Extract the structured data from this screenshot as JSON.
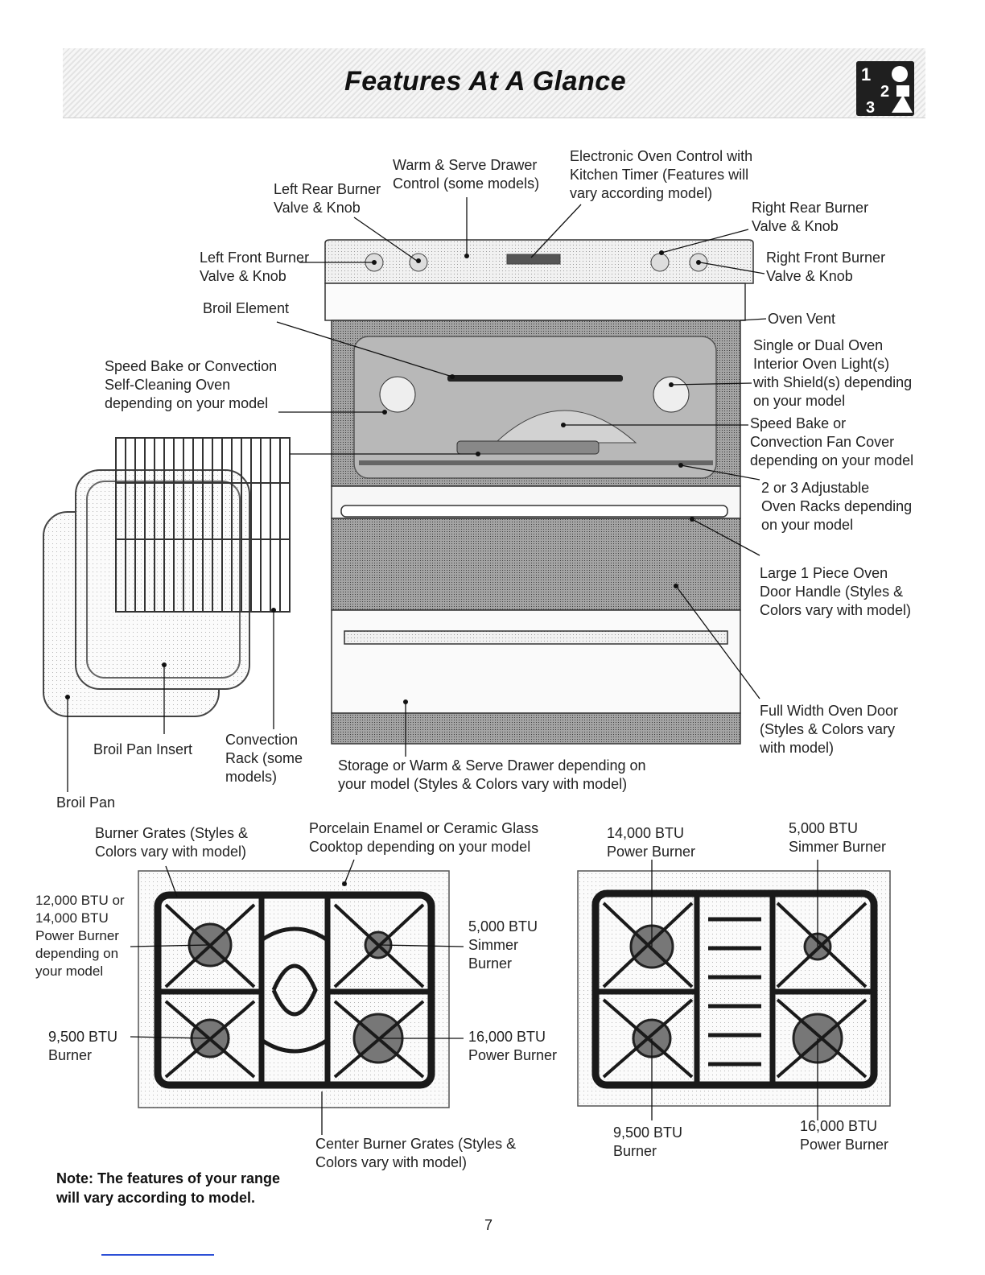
{
  "page": {
    "title": "Features At A Glance",
    "page_number": "7",
    "note": "Note: The features of your range\nwill vary according to model."
  },
  "range_labels": {
    "warm_serve_drawer_control": "Warm & Serve Drawer\nControl (some models)",
    "electronic_oven_control": "Electronic Oven Control with\nKitchen Timer (Features will\nvary according model)",
    "left_rear_burner": "Left Rear Burner\nValve & Knob",
    "right_rear_burner": "Right Rear Burner\nValve & Knob",
    "left_front_burner": "Left Front Burner\nValve & Knob",
    "right_front_burner": "Right Front Burner\nValve & Knob",
    "broil_element": "Broil Element",
    "oven_vent": "Oven Vent",
    "oven_light": "Single or Dual Oven\nInterior Oven Light(s)\nwith Shield(s) depending\non your model",
    "speed_bake_oven": "Speed Bake or Convection\nSelf-Cleaning Oven\ndepending on your model",
    "fan_cover": "Speed Bake or\nConvection Fan Cover\ndepending on your model",
    "oven_racks": "2 or 3 Adjustable\nOven Racks depending\non your model",
    "door_handle": "Large 1 Piece Oven\nDoor Handle (Styles &\nColors vary with model)",
    "oven_door": "Full Width Oven Door\n(Styles & Colors vary\nwith model)",
    "broil_pan_insert": "Broil Pan Insert",
    "convection_rack": "Convection\nRack (some\nmodels)",
    "storage_drawer": "Storage or Warm & Serve Drawer depending on\nyour model (Styles & Colors vary with model)",
    "broil_pan": "Broil Pan"
  },
  "cooktop_left": {
    "burner_grates": "Burner Grates (Styles &\nColors vary with model)",
    "cooktop_surface": "Porcelain Enamel or Ceramic Glass\nCooktop depending on your model",
    "power_burner": "12,000 BTU or\n14,000 BTU\nPower Burner\ndepending on\nyour model",
    "simmer_burner": "5,000 BTU\nSimmer\nBurner",
    "burner_9500": "9,500 BTU\nBurner",
    "power_burner_16000": "16,000 BTU\nPower Burner",
    "center_grates": "Center Burner Grates (Styles &\nColors vary with model)"
  },
  "cooktop_right": {
    "power_burner_14000": "14,000 BTU\nPower Burner",
    "simmer_burner_5000": "5,000 BTU\nSimmer Burner",
    "burner_9500": "9,500 BTU\nBurner",
    "power_burner_16000": "16,000 BTU\nPower Burner"
  },
  "icons": [
    "step-1-2-3-icon"
  ]
}
